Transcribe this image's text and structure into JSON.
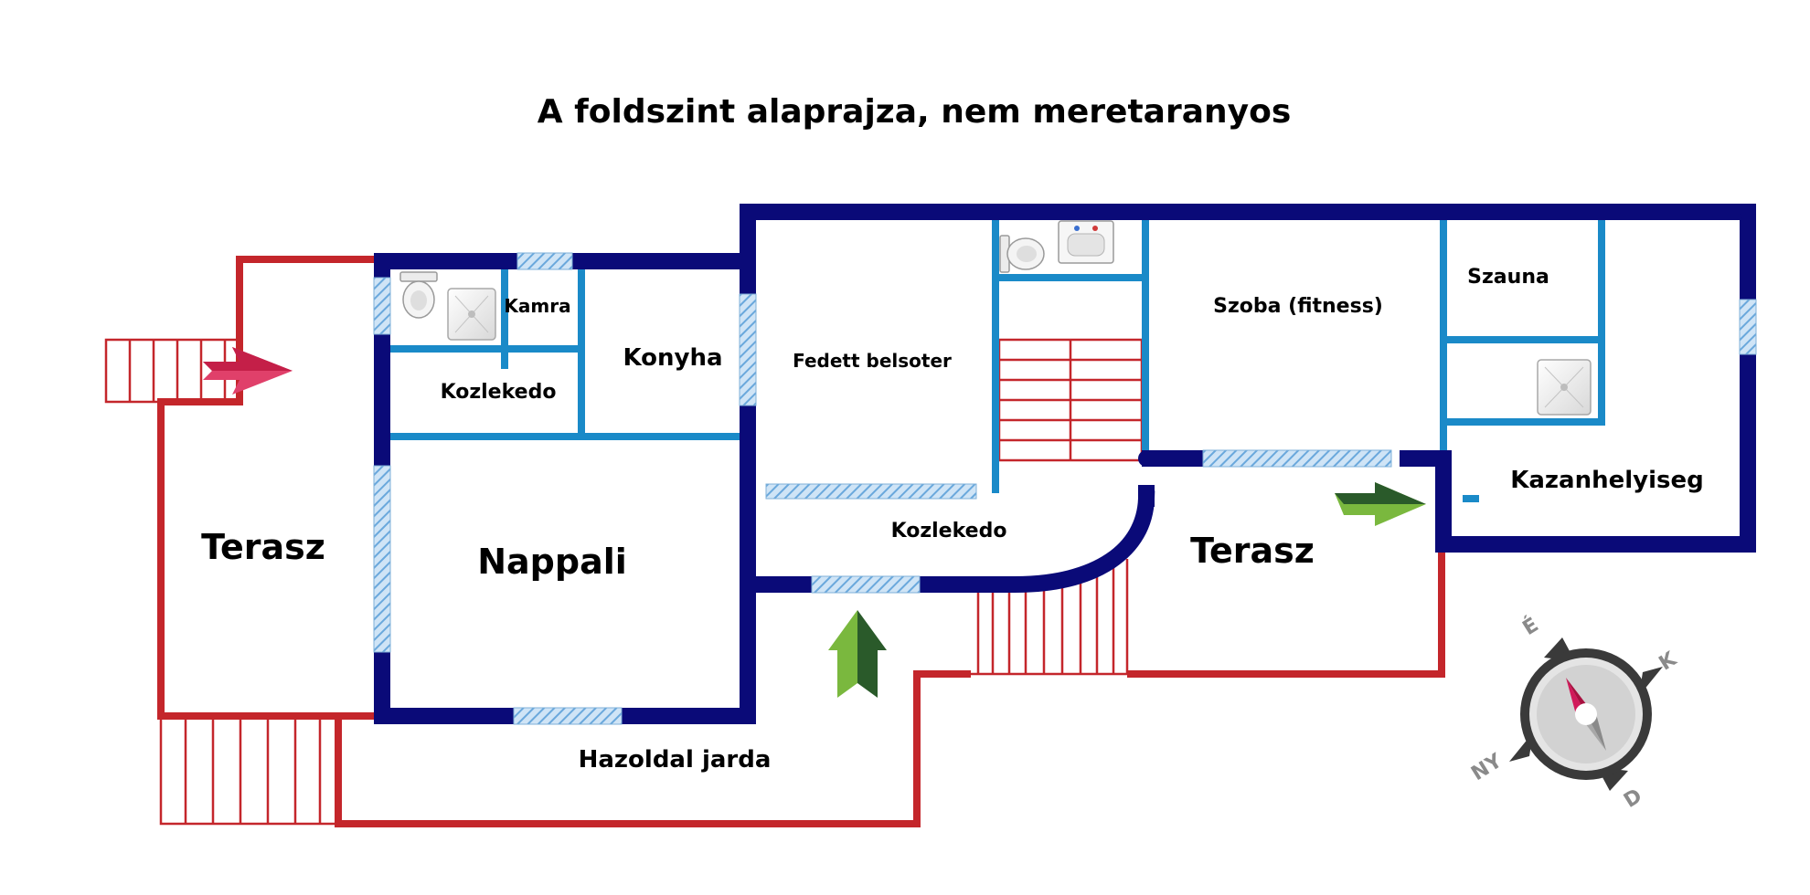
{
  "title": "A foldszint alaprajza, nem meretaranyos",
  "rooms": {
    "terasz_west": "Terasz",
    "kamra": "Kamra",
    "kozlekedo_small": "Kozlekedo",
    "konyha": "Konyha",
    "nappali": "Nappali",
    "fedett_belsoter": "Fedett belsoter",
    "kozlekedo_center": "Kozlekedo",
    "szoba_fitness": "Szoba (fitness)",
    "szauna": "Szauna",
    "kazanhelyiseg": "Kazanhelyiseg",
    "terasz_east": "Terasz",
    "hazoldal_jarda": "Hazoldal jarda"
  },
  "compass": {
    "north": "É",
    "east": "K",
    "south": "D",
    "west": "NY"
  },
  "colors": {
    "exterior_wall": "#0a0a78",
    "interior_wall": "#1a8ac8",
    "outdoor_outline": "#c4262b",
    "window_hatch": "#8fc0e6",
    "entrance_arrow": "#d8405a",
    "garden_arrow": "#7ab83e",
    "garden_arrow_dark": "#2a5a2a",
    "compass_ring": "#3a3a3a",
    "compass_needle_north": "#d11a5a"
  },
  "icons": {
    "toilet_1": "toilet-icon",
    "shower_1": "shower-icon",
    "toilet_2": "toilet-icon",
    "sink": "sink-icon",
    "shower_2": "shower-icon",
    "compass": "compass-icon"
  }
}
